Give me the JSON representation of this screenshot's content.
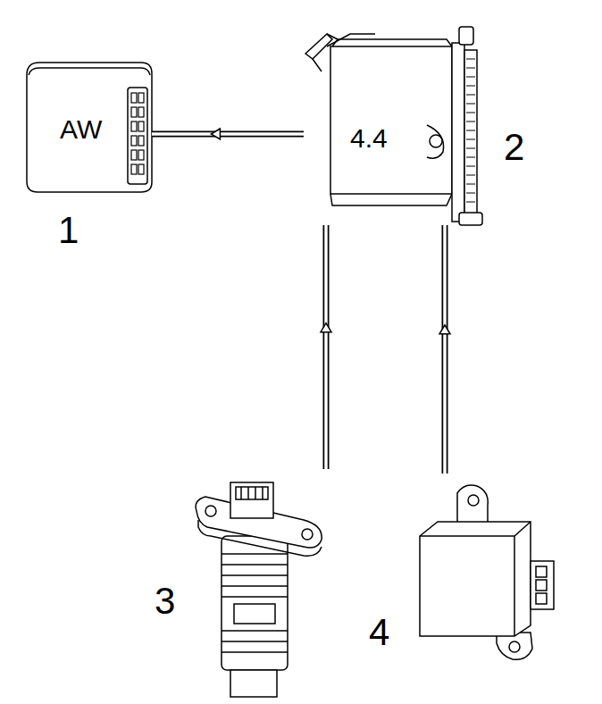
{
  "diagram": {
    "nodes": [
      {
        "text": [
          "AW",
          "1"
        ]
      },
      {
        "text": [
          "4.4",
          "2"
        ]
      },
      {
        "text": [
          "3"
        ]
      },
      {
        "text": [
          "4"
        ]
      }
    ],
    "edges": [
      {
        "from": 1,
        "to": 0,
        "arrow": "to"
      },
      {
        "from": 2,
        "to": 1,
        "arrow": "to"
      },
      {
        "from": 3,
        "to": 1,
        "arrow": "to"
      }
    ]
  }
}
